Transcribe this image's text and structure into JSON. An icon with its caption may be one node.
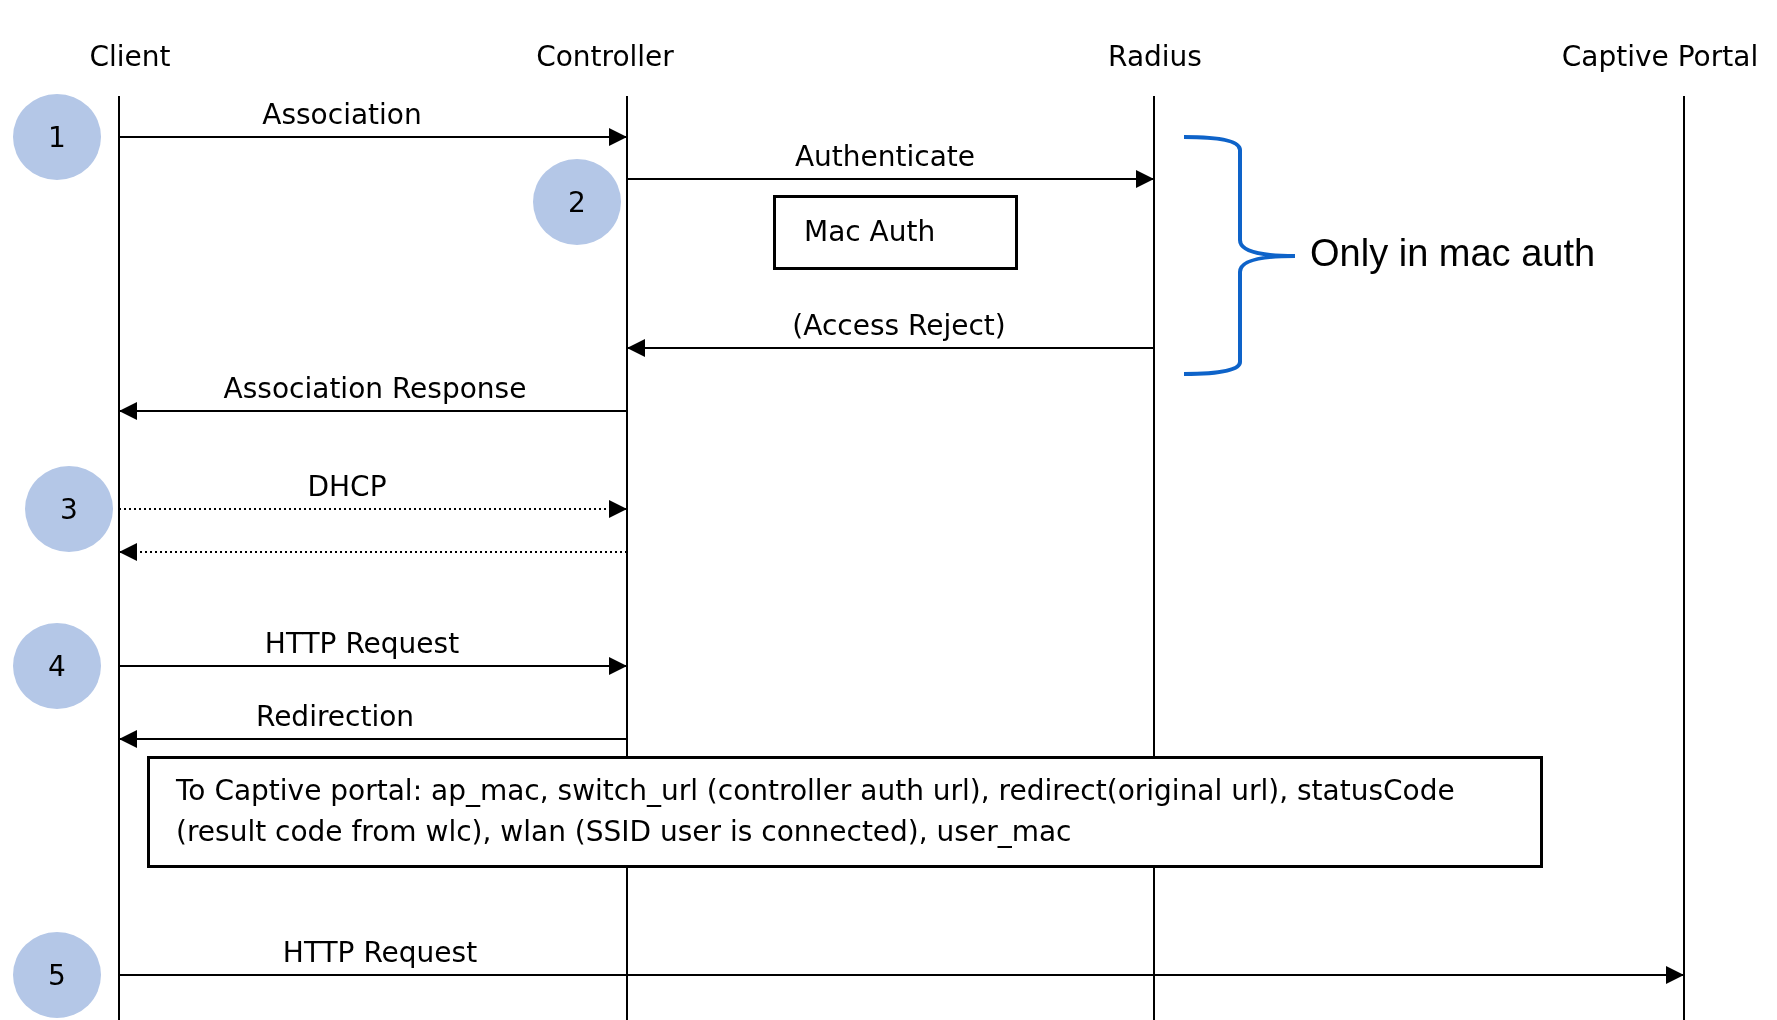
{
  "diagram": {
    "nodes": [
      {
        "text": [
          "Client"
        ]
      },
      {
        "text": [
          "Controller"
        ]
      },
      {
        "text": [
          "Radius"
        ]
      },
      {
        "text": [
          "Captive Portal"
        ]
      },
      {
        "text": [
          "1"
        ]
      },
      {
        "text": [
          "2"
        ]
      },
      {
        "text": [
          "Mac Auth"
        ]
      },
      {
        "text": [
          "3"
        ]
      },
      {
        "text": [
          "4"
        ]
      },
      {
        "text": [
          "To Captive portal: ap_mac, switch_url (controller auth url), redirect(original url), statusCode (result code from wlc), wlan (SSID user is connected), user_mac"
        ]
      },
      {
        "text": [
          "5"
        ]
      }
    ],
    "edges": [
      {
        "from": 0,
        "to": 1,
        "arrow": "to",
        "label": "Association"
      },
      {
        "from": 1,
        "to": 2,
        "arrow": "to",
        "label": "Authenticate"
      },
      {
        "from": 2,
        "to": 1,
        "arrow": "to",
        "label": "(Access Reject)"
      },
      {
        "from": 1,
        "to": 0,
        "arrow": "to",
        "label": "Association Response"
      },
      {
        "from": 0,
        "to": 1,
        "arrow": "to",
        "label": "DHCP",
        "style": "dashed"
      },
      {
        "from": 1,
        "to": 0,
        "arrow": "to",
        "style": "dashed"
      },
      {
        "from": 0,
        "to": 1,
        "arrow": "to",
        "label": "HTTP Request"
      },
      {
        "from": 1,
        "to": 0,
        "arrow": "to",
        "label": "Redirection"
      },
      {
        "from": 0,
        "to": 3,
        "arrow": "to",
        "label": "HTTP Request"
      }
    ],
    "labels": [
      "Only in mac auth"
    ]
  }
}
